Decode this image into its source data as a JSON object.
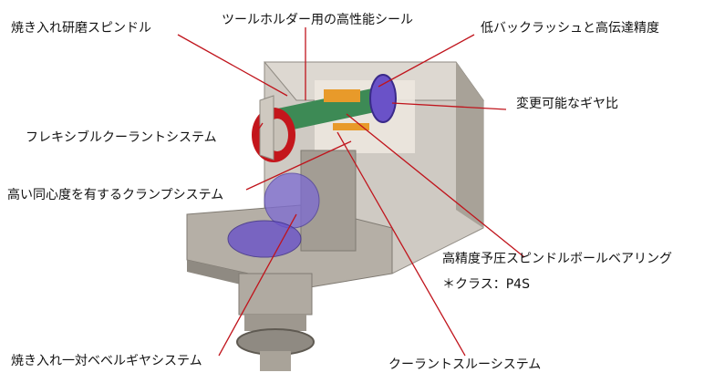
{
  "labels": {
    "grinding_spindle": "焼き入れ研磨スピンドル",
    "tool_holder_seal": "ツールホルダー用の高性能シール",
    "low_backlash": "低バックラッシュと高伝達精度",
    "gear_ratio": "変更可能なギヤ比",
    "flexible_coolant": "フレキシブルクーラントシステム",
    "concentric_clamp": "高い同心度を有するクランプシステム",
    "ball_bearing": "高精度予圧スピンドルボールベアリング",
    "bearing_class": "＊クラス：P4S",
    "bevel_gear": "焼き入れ一対ベベルギヤシステム",
    "coolant_through": "クーラントスルーシステム"
  },
  "colors": {
    "leader_line": "#c0141c",
    "housing": "#b9b3aa",
    "gear_purple": "#6a52c8",
    "ring_red": "#c4161c"
  }
}
